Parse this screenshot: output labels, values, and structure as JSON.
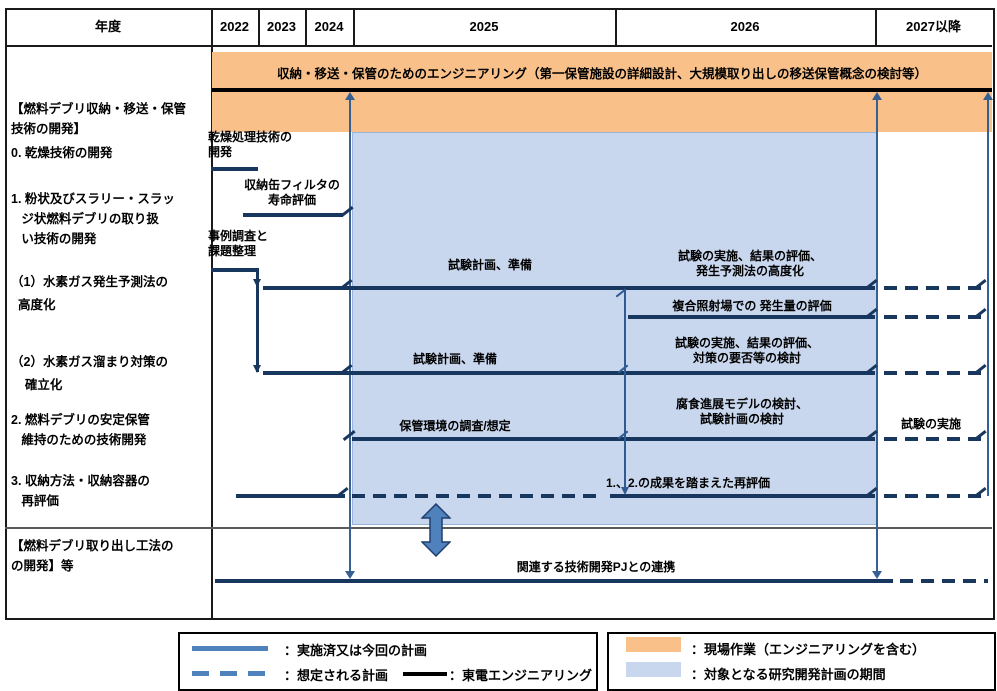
{
  "header": {
    "cells": [
      "年度",
      "2022",
      "2023",
      "2024",
      "2025",
      "2026",
      "2027以降"
    ]
  },
  "engineering_band": {
    "label": "収納・移送・保管のためのエンジニアリング（第一保管施設の詳細設計、大規模取り出しの移送保管概念の検討等）"
  },
  "sidebar": {
    "sections": [
      {
        "lines": [
          "【燃料デブリ収納・移送・保管",
          "技術の開発】"
        ]
      },
      {
        "lines": [
          "0. 乾燥技術の開発"
        ]
      },
      {
        "lines": [
          "1. 粉状及びスラリー・スラッ",
          "   ジ状燃料デブリの取り扱",
          "   い技術の開発"
        ]
      },
      {
        "lines": [
          "（1）水素ガス発生予測法の",
          "  高度化"
        ]
      },
      {
        "lines": [
          "（2）水素ガス溜まり対策の",
          "    確立化"
        ]
      },
      {
        "lines": [
          "2. 燃料デブリの安定保管",
          "   維持のための技術開発"
        ]
      },
      {
        "lines": [
          "3. 収納方法・収納容器の",
          "   再評価"
        ]
      },
      {
        "lines": [
          "【燃料デブリ取り出し工法の",
          "の開発】等"
        ]
      }
    ]
  },
  "annotations": {
    "drying": [
      "乾燥処理技術の",
      "開発"
    ],
    "filter_life": [
      "収納缶フィルタの",
      "寿命評価"
    ],
    "case_study": [
      "事例調査と",
      "課題整理"
    ],
    "test_plan_1": [
      "試験計画、準備"
    ],
    "test_exec_1": [
      "試験の実施、結果の評価、",
      "発生予測法の高度化"
    ],
    "irradiation": [
      "複合照射場での 発生量の評価"
    ],
    "test_plan_2": [
      "試験計画、準備"
    ],
    "test_exec_2": [
      "試験の実施、結果の評価、",
      "対策の要否等の検討"
    ],
    "storage_env": [
      "保管環境の調査/想定"
    ],
    "corrosion": [
      "腐食進展モデルの検討、",
      "試験計画の検討"
    ],
    "test_exec_3": [
      "試験の実施"
    ],
    "reevaluation": [
      "1.、2.の成果を踏まえた再評価"
    ],
    "pj_collab": [
      "関連する技術開発PJとの連携"
    ]
  },
  "legend": {
    "implemented": "：実施済又は今回の計画",
    "assumed": "：想定される計画",
    "tepco": "：東電エンジニアリング",
    "field_work": "：現場作業（エンジニアリングを含む）",
    "rd_period": "：対象となる研究開発計画の期間"
  },
  "colors": {
    "field_work_orange": "#F9C189",
    "rd_period_blue": "#C9D7EE",
    "task_bar_navy": "#17375E",
    "flow_line_blue": "#376092",
    "block_arrow_blue": "#4F81BD",
    "tepco_black": "#000000"
  }
}
